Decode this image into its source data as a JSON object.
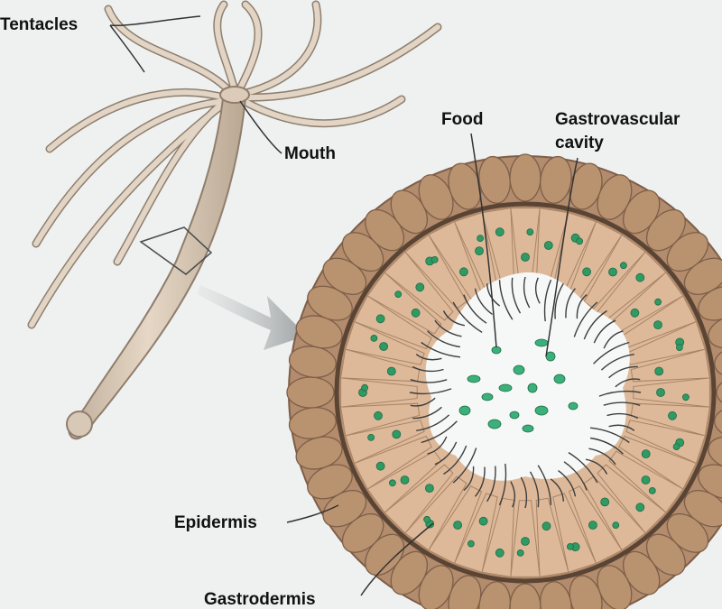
{
  "labels": {
    "tentacles": "Tentacles",
    "mouth": "Mouth",
    "food": "Food",
    "gastrovascular_line1": "Gastrovascular",
    "gastrovascular_line2": "cavity",
    "epidermis": "Epidermis",
    "gastrodermis": "Gastrodermis"
  },
  "colors": {
    "background": "#eef1f0",
    "body_tan": "#d9c7b3",
    "epidermis_brown": "#b38b6d",
    "gastrodermis_cells": "#ddb999",
    "cavity": "#f6f8f7",
    "food_green": "#2f9a63",
    "arrow_gray": "#a5a9aa"
  }
}
